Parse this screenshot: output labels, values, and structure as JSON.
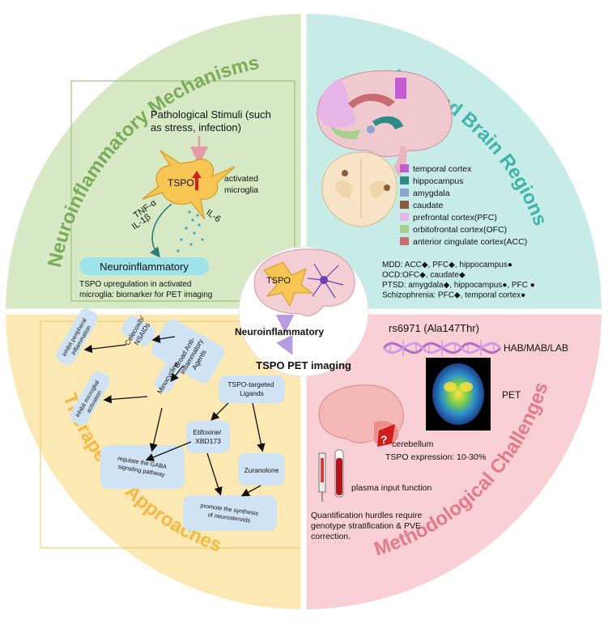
{
  "colors": {
    "q1_fill": "#d6e8c4",
    "q2_fill": "#c7ece8",
    "q3_fill": "#fbe8b3",
    "q4_fill": "#f7cfd4",
    "q1_title": "#7aab56",
    "q2_title": "#3fb3ab",
    "q3_title": "#f4b942",
    "q4_title": "#e07b87",
    "pill": "#cfe3f5",
    "neuro_pill": "#9fe3ea"
  },
  "center": {
    "tspo": "TSPO",
    "neuroinflammatory": "Neuroinflammatory",
    "pet": "TSPO PET imaging"
  },
  "q1": {
    "title": "Neuroinflammatory Mechanisms",
    "stimuli_1": "Pathological Stimuli (such",
    "stimuli_2": "as stress, infection)",
    "tspo": "TSPO",
    "activated_1": "activated",
    "activated_2": "microglia",
    "tnf": "TNF-α",
    "il1": "IL-1β",
    "il6": "IL-6",
    "neuro_pill": "Neuroinflammatory",
    "caption_1": "TSPO upregulation in activated",
    "caption_2": "microglia: biomarker for PET imaging"
  },
  "q2": {
    "title": "Affected Brain Regions",
    "legend": [
      {
        "label": "temporal cortex",
        "color": "#c45bd0"
      },
      {
        "label": "hippocampus",
        "color": "#2e8b84"
      },
      {
        "label": "amygdala",
        "color": "#8aa4cf"
      },
      {
        "label": "caudate",
        "color": "#8a5a3c"
      },
      {
        "label": "prefrontal cortex(PFC)",
        "color": "#e6b4e6"
      },
      {
        "label": "orbitofrontal cortex(OFC)",
        "color": "#a9cf8e"
      },
      {
        "label": "anterior cingulate cortex(ACC)",
        "color": "#c96b73"
      }
    ],
    "disorders": [
      "MDD: ACC◆, PFC◆, hippocampus●",
      "OCD:OFC◆, caudate◆",
      "PTSD: amygdala◆, hippocampus●, PFC ●",
      "Schizophrenia: PFC◆, temporal cortex●"
    ]
  },
  "q3": {
    "title": "Therapeutic Approaches",
    "broad": "Broad Anti-inflammatory Agents",
    "celecoxib": "Celecoxib/ NSAIDs",
    "minocycline": "Minocycline",
    "inhibit_peripheral": "inhibit peripheral inflammation",
    "inhibit_microglial": "inhibit microglial activation",
    "tspo_ligands": "TSPO-targeted Ligands",
    "etifoxine": "Etifoxine/ XBD173",
    "zuranolone": "Zuranolone",
    "gaba_1": "regulate the GABA",
    "gaba_2": "signaling pathway",
    "neurosteroids_1": "promote the synthesis",
    "neurosteroids_2": "of neurosteroids"
  },
  "q4": {
    "title": "Methodological Challenges",
    "snp": "rs6971 (Ala147Thr)",
    "hab": "HAB/MAB/LAB",
    "pet": "PET",
    "cerebellum": "cerebellum",
    "expression": "TSPO expression: 10-30%",
    "plasma": "plasma input function",
    "caption_1": "Quantification hurdles require",
    "caption_2": "genotype stratification & PVE",
    "caption_3": "correction."
  }
}
